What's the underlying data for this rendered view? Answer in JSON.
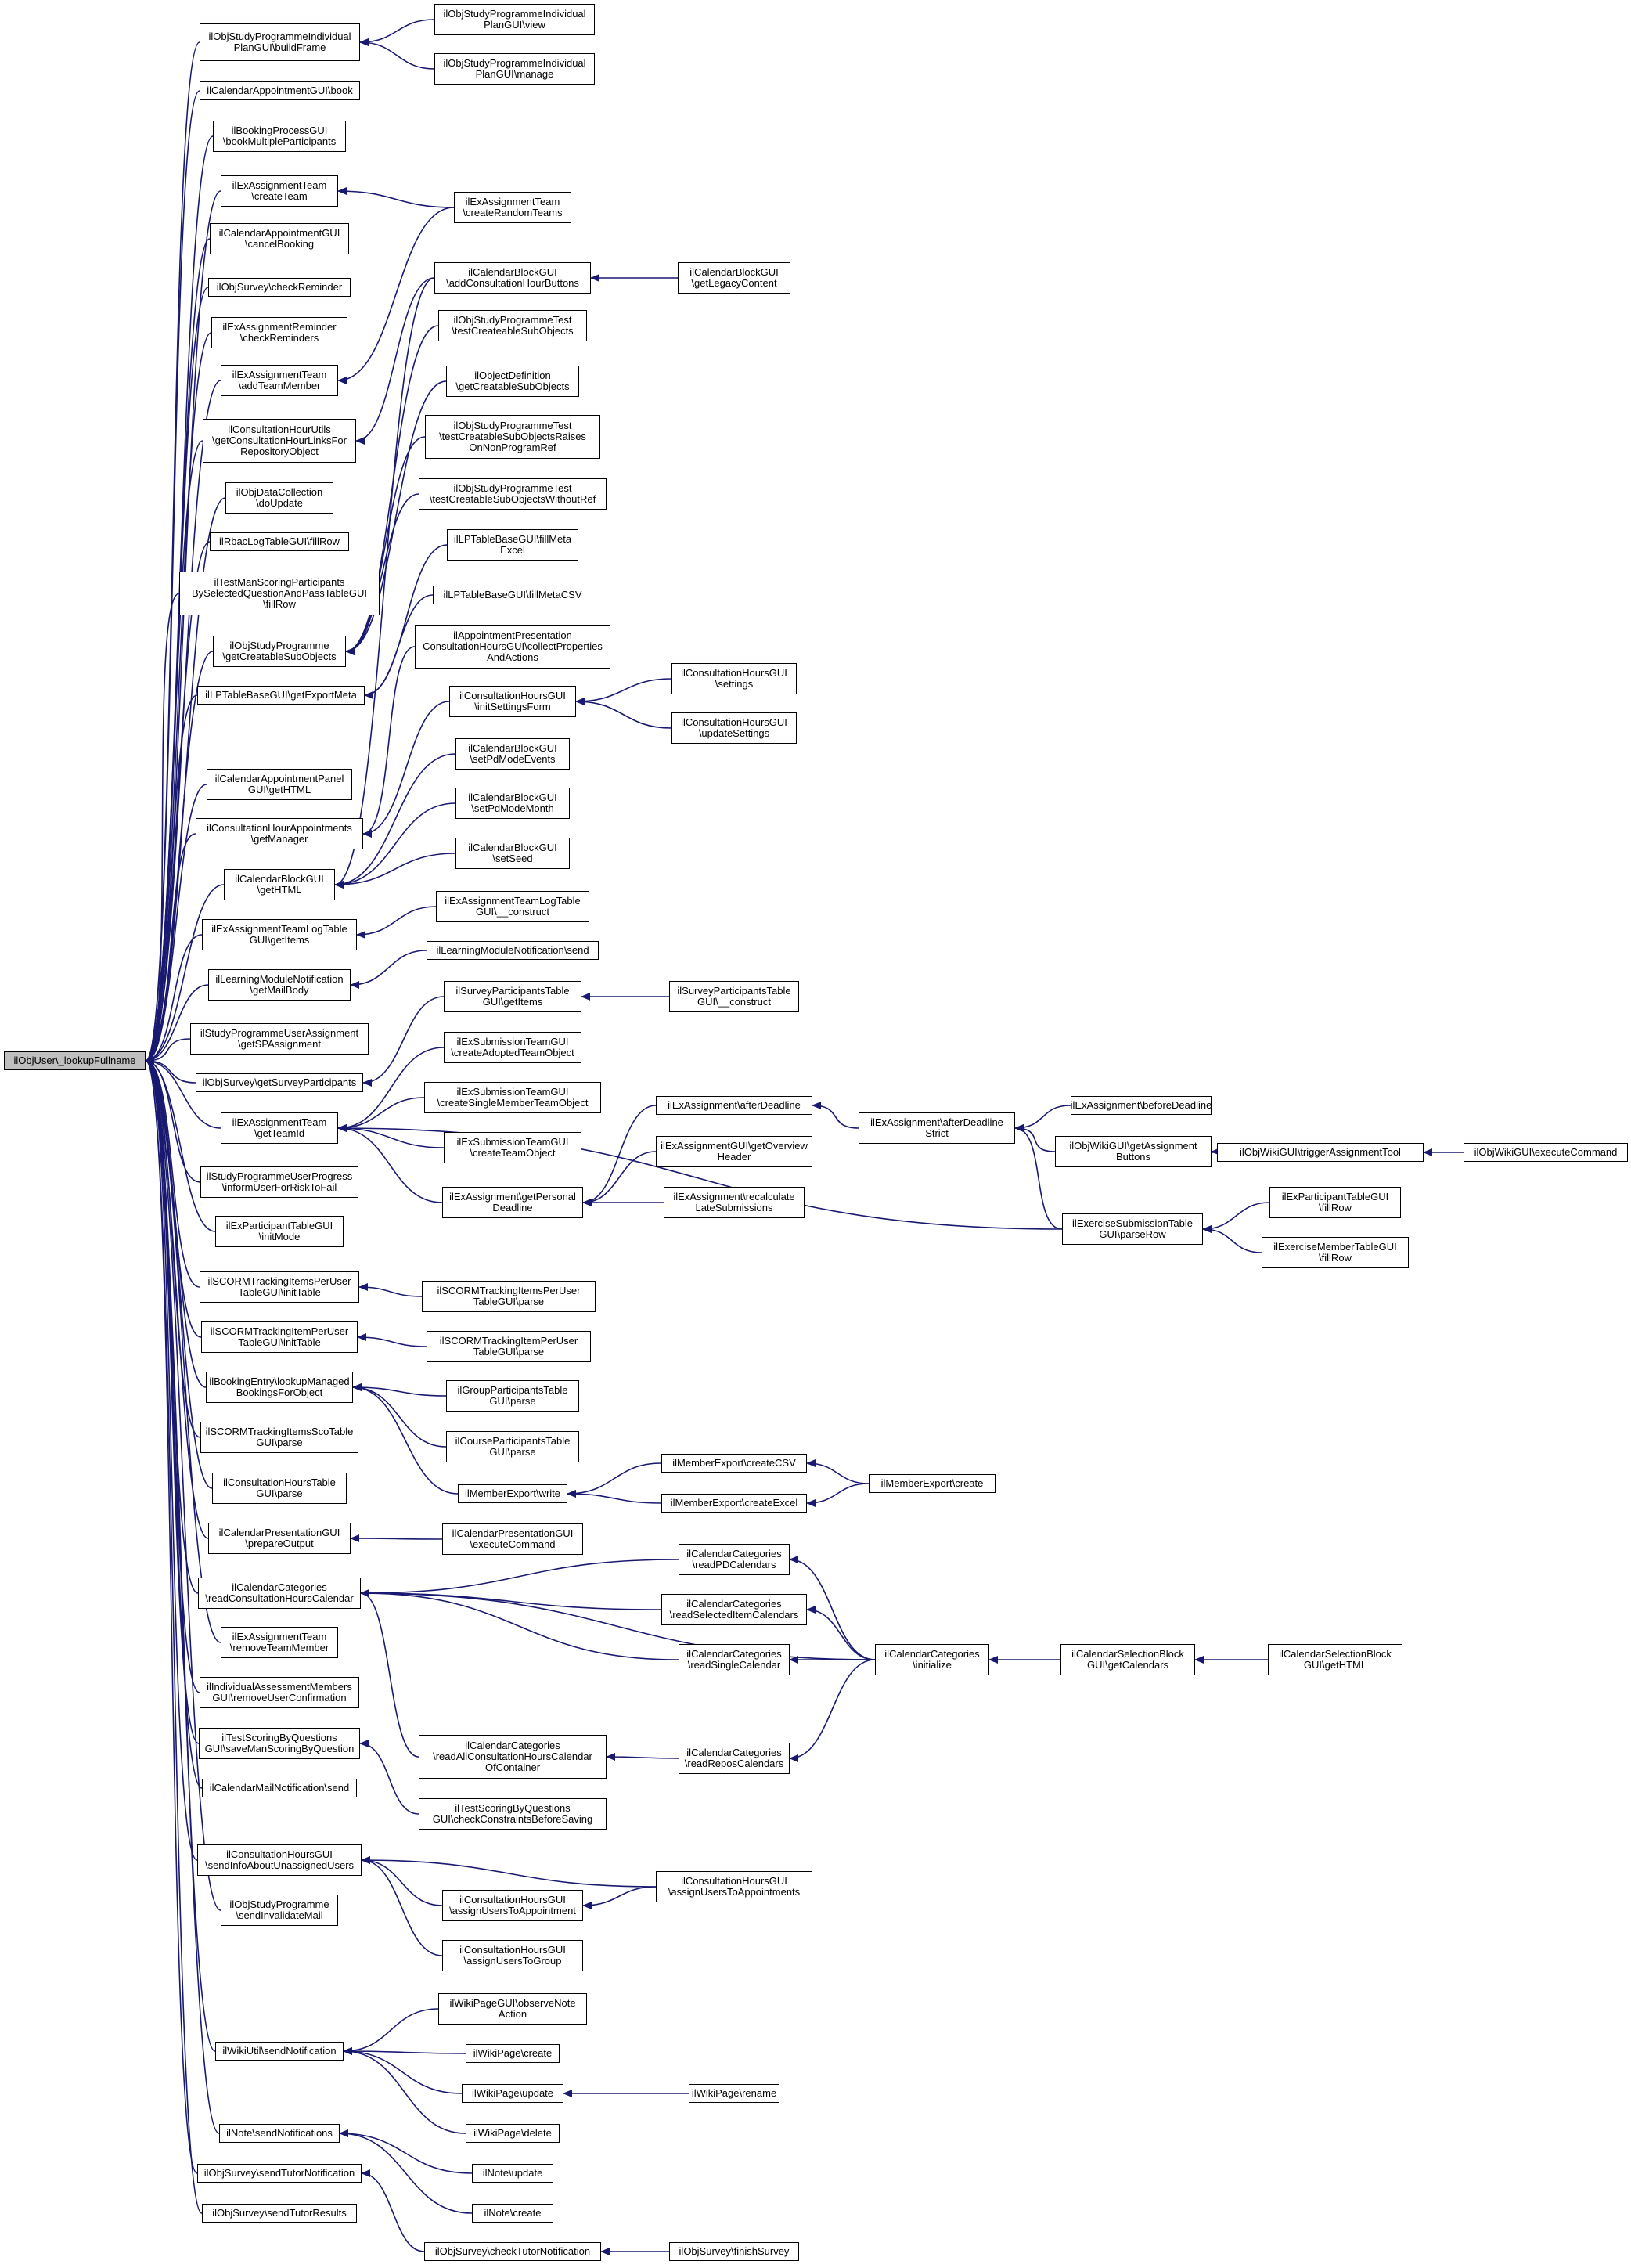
{
  "diagram": {
    "type": "doxygen-caller-graph",
    "edge_color": "#191970",
    "root_fill": "#bfbfbf",
    "node_fill": "#ffffff",
    "nodes": [
      {
        "id": "root",
        "label": "ilObjUser\\_lookupFullname",
        "root": true
      },
      {
        "id": "a1",
        "label": "ilObjStudyProgrammeIndividual\nPlanGUI\\buildFrame"
      },
      {
        "id": "a2",
        "label": "ilCalendarAppointmentGUI\\book"
      },
      {
        "id": "a3",
        "label": "ilBookingProcessGUI\n\\bookMultipleParticipants"
      },
      {
        "id": "a4",
        "label": "ilExAssignmentTeam\n\\createTeam"
      },
      {
        "id": "a5",
        "label": "ilCalendarAppointmentGUI\n\\cancelBooking"
      },
      {
        "id": "a6",
        "label": "ilObjSurvey\\checkReminder"
      },
      {
        "id": "a7",
        "label": "ilExAssignmentReminder\n\\checkReminders"
      },
      {
        "id": "a8",
        "label": "ilExAssignmentTeam\n\\addTeamMember"
      },
      {
        "id": "a9",
        "label": "ilConsultationHourUtils\n\\getConsultationHourLinksFor\nRepositoryObject"
      },
      {
        "id": "a10",
        "label": "ilObjDataCollection\n\\doUpdate"
      },
      {
        "id": "a11",
        "label": "ilRbacLogTableGUI\\fillRow"
      },
      {
        "id": "a12",
        "label": "ilTestManScoringParticipants\nBySelectedQuestionAndPassTableGUI\n\\fillRow"
      },
      {
        "id": "a13",
        "label": "ilObjStudyProgramme\n\\getCreatableSubObjects"
      },
      {
        "id": "a14",
        "label": "ilLPTableBaseGUI\\getExportMeta"
      },
      {
        "id": "a15",
        "label": "ilCalendarAppointmentPanel\nGUI\\getHTML"
      },
      {
        "id": "a16",
        "label": "ilConsultationHourAppointments\n\\getManager"
      },
      {
        "id": "a17",
        "label": "ilCalendarBlockGUI\n\\getHTML"
      },
      {
        "id": "a18",
        "label": "ilExAssignmentTeamLogTable\nGUI\\getItems"
      },
      {
        "id": "a19",
        "label": "ilLearningModuleNotification\n\\getMailBody"
      },
      {
        "id": "a20",
        "label": "ilStudyProgrammeUserAssignment\n\\getSPAssignment"
      },
      {
        "id": "a21",
        "label": "ilObjSurvey\\getSurveyParticipants"
      },
      {
        "id": "a22",
        "label": "ilExAssignmentTeam\n\\getTeamId"
      },
      {
        "id": "a23",
        "label": "ilStudyProgrammeUserProgress\n\\informUserForRiskToFail"
      },
      {
        "id": "a24",
        "label": "ilExParticipantTableGUI\n\\initMode"
      },
      {
        "id": "a25",
        "label": "ilSCORMTrackingItemsPerUser\nTableGUI\\initTable"
      },
      {
        "id": "a26",
        "label": "ilSCORMTrackingItemPerUser\nTableGUI\\initTable"
      },
      {
        "id": "a27",
        "label": "ilBookingEntry\\lookupManaged\nBookingsForObject"
      },
      {
        "id": "a28",
        "label": "ilSCORMTrackingItemsScoTable\nGUI\\parse"
      },
      {
        "id": "a29",
        "label": "ilConsultationHoursTable\nGUI\\parse"
      },
      {
        "id": "a30",
        "label": "ilCalendarPresentationGUI\n\\prepareOutput"
      },
      {
        "id": "a31",
        "label": "ilCalendarCategories\n\\readConsultationHoursCalendar"
      },
      {
        "id": "a32",
        "label": "ilExAssignmentTeam\n\\removeTeamMember"
      },
      {
        "id": "a33",
        "label": "ilIndividualAssessmentMembers\nGUI\\removeUserConfirmation"
      },
      {
        "id": "a34",
        "label": "ilTestScoringByQuestions\nGUI\\saveManScoringByQuestion"
      },
      {
        "id": "a35",
        "label": "ilCalendarMailNotification\\send"
      },
      {
        "id": "a36",
        "label": "ilConsultationHoursGUI\n\\sendInfoAboutUnassignedUsers"
      },
      {
        "id": "a37",
        "label": "ilObjStudyProgramme\n\\sendInvalidateMail"
      },
      {
        "id": "a38",
        "label": "ilWikiUtil\\sendNotification"
      },
      {
        "id": "a39",
        "label": "ilNote\\sendNotifications"
      },
      {
        "id": "a40",
        "label": "ilObjSurvey\\sendTutorNotification"
      },
      {
        "id": "a41",
        "label": "ilObjSurvey\\sendTutorResults"
      },
      {
        "id": "b1",
        "label": "ilObjStudyProgrammeIndividual\nPlanGUI\\view"
      },
      {
        "id": "b2",
        "label": "ilObjStudyProgrammeIndividual\nPlanGUI\\manage"
      },
      {
        "id": "b3",
        "label": "ilExAssignmentTeam\n\\createRandomTeams"
      },
      {
        "id": "b4",
        "label": "ilCalendarBlockGUI\n\\addConsultationHourButtons"
      },
      {
        "id": "b5",
        "label": "ilObjStudyProgrammeTest\n\\testCreateableSubObjects"
      },
      {
        "id": "b6",
        "label": "ilObjectDefinition\n\\getCreatableSubObjects"
      },
      {
        "id": "b7",
        "label": "ilObjStudyProgrammeTest\n\\testCreatableSubObjectsRaises\nOnNonProgramRef"
      },
      {
        "id": "b8",
        "label": "ilObjStudyProgrammeTest\n\\testCreatableSubObjectsWithoutRef"
      },
      {
        "id": "b9",
        "label": "ilLPTableBaseGUI\\fillMeta\nExcel"
      },
      {
        "id": "b10",
        "label": "ilLPTableBaseGUI\\fillMetaCSV"
      },
      {
        "id": "b11",
        "label": "ilAppointmentPresentation\nConsultationHoursGUI\\collectProperties\nAndActions"
      },
      {
        "id": "b12",
        "label": "ilConsultationHoursGUI\n\\initSettingsForm"
      },
      {
        "id": "b13",
        "label": "ilCalendarBlockGUI\n\\setPdModeEvents"
      },
      {
        "id": "b14",
        "label": "ilCalendarBlockGUI\n\\setPdModeMonth"
      },
      {
        "id": "b15",
        "label": "ilCalendarBlockGUI\n\\setSeed"
      },
      {
        "id": "b16",
        "label": "ilExAssignmentTeamLogTable\nGUI\\__construct"
      },
      {
        "id": "b17",
        "label": "ilLearningModuleNotification\\send"
      },
      {
        "id": "b18",
        "label": "ilSurveyParticipantsTable\nGUI\\getItems"
      },
      {
        "id": "b19",
        "label": "ilExSubmissionTeamGUI\n\\createAdoptedTeamObject"
      },
      {
        "id": "b20",
        "label": "ilExSubmissionTeamGUI\n\\createSingleMemberTeamObject"
      },
      {
        "id": "b21",
        "label": "ilExSubmissionTeamGUI\n\\createTeamObject"
      },
      {
        "id": "b22",
        "label": "ilExAssignment\\getPersonal\nDeadline"
      },
      {
        "id": "b23",
        "label": "ilSCORMTrackingItemsPerUser\nTableGUI\\parse"
      },
      {
        "id": "b24",
        "label": "ilSCORMTrackingItemPerUser\nTableGUI\\parse"
      },
      {
        "id": "b25",
        "label": "ilGroupParticipantsTable\nGUI\\parse"
      },
      {
        "id": "b26",
        "label": "ilCourseParticipantsTable\nGUI\\parse"
      },
      {
        "id": "b27",
        "label": "ilMemberExport\\write"
      },
      {
        "id": "b28",
        "label": "ilCalendarPresentationGUI\n\\executeCommand"
      },
      {
        "id": "b29",
        "label": "ilCalendarCategories\n\\readAllConsultationHoursCalendar\nOfContainer"
      },
      {
        "id": "b30",
        "label": "ilTestScoringByQuestions\nGUI\\checkConstraintsBeforeSaving"
      },
      {
        "id": "b31",
        "label": "ilConsultationHoursGUI\n\\assignUsersToAppointment"
      },
      {
        "id": "b32",
        "label": "ilConsultationHoursGUI\n\\assignUsersToGroup"
      },
      {
        "id": "b33",
        "label": "ilWikiPageGUI\\observeNote\nAction"
      },
      {
        "id": "b34",
        "label": "ilWikiPage\\create"
      },
      {
        "id": "b35",
        "label": "ilWikiPage\\update"
      },
      {
        "id": "b36",
        "label": "ilWikiPage\\delete"
      },
      {
        "id": "b37",
        "label": "ilNote\\update"
      },
      {
        "id": "b38",
        "label": "ilNote\\create"
      },
      {
        "id": "b39",
        "label": "ilObjSurvey\\checkTutorNotification"
      },
      {
        "id": "c1",
        "label": "ilCalendarBlockGUI\n\\getLegacyContent"
      },
      {
        "id": "c2",
        "label": "ilConsultationHoursGUI\n\\settings"
      },
      {
        "id": "c3",
        "label": "ilConsultationHoursGUI\n\\updateSettings"
      },
      {
        "id": "c4",
        "label": "ilSurveyParticipantsTable\nGUI\\__construct"
      },
      {
        "id": "c5",
        "label": "ilExAssignment\\afterDeadline"
      },
      {
        "id": "c6",
        "label": "ilExAssignmentGUI\\getOverview\nHeader"
      },
      {
        "id": "c7",
        "label": "ilExAssignment\\recalculate\nLateSubmissions"
      },
      {
        "id": "c8",
        "label": "ilMemberExport\\createCSV"
      },
      {
        "id": "c9",
        "label": "ilMemberExport\\createExcel"
      },
      {
        "id": "c10",
        "label": "ilCalendarCategories\n\\readPDCalendars"
      },
      {
        "id": "c11",
        "label": "ilCalendarCategories\n\\readSelectedItemCalendars"
      },
      {
        "id": "c12",
        "label": "ilCalendarCategories\n\\readSingleCalendar"
      },
      {
        "id": "c13",
        "label": "ilCalendarCategories\n\\readReposCalendars"
      },
      {
        "id": "c14",
        "label": "ilConsultationHoursGUI\n\\assignUsersToAppointments"
      },
      {
        "id": "c15",
        "label": "ilWikiPage\\rename"
      },
      {
        "id": "c16",
        "label": "ilObjSurvey\\finishSurvey"
      },
      {
        "id": "d1",
        "label": "ilExAssignment\\afterDeadline\nStrict"
      },
      {
        "id": "d2",
        "label": "ilExerciseSubmissionTable\nGUI\\parseRow"
      },
      {
        "id": "d3",
        "label": "ilMemberExport\\create"
      },
      {
        "id": "d4",
        "label": "ilCalendarCategories\n\\initialize"
      },
      {
        "id": "e1",
        "label": "ilExAssignment\\beforeDeadline"
      },
      {
        "id": "e2",
        "label": "ilObjWikiGUI\\getAssignment\nButtons"
      },
      {
        "id": "e3",
        "label": "ilExParticipantTableGUI\n\\fillRow"
      },
      {
        "id": "e4",
        "label": "ilExerciseMemberTableGUI\n\\fillRow"
      },
      {
        "id": "e5",
        "label": "ilCalendarSelectionBlock\nGUI\\getCalendars"
      },
      {
        "id": "f1",
        "label": "ilObjWikiGUI\\triggerAssignmentTool"
      },
      {
        "id": "f2",
        "label": "ilCalendarSelectionBlock\nGUI\\getHTML"
      },
      {
        "id": "g1",
        "label": "ilObjWikiGUI\\executeCommand"
      }
    ],
    "edges": [
      [
        "a1",
        "root"
      ],
      [
        "a2",
        "root"
      ],
      [
        "a3",
        "root"
      ],
      [
        "a4",
        "root"
      ],
      [
        "a5",
        "root"
      ],
      [
        "a6",
        "root"
      ],
      [
        "a7",
        "root"
      ],
      [
        "a8",
        "root"
      ],
      [
        "a9",
        "root"
      ],
      [
        "a10",
        "root"
      ],
      [
        "a11",
        "root"
      ],
      [
        "a12",
        "root"
      ],
      [
        "a13",
        "root"
      ],
      [
        "a14",
        "root"
      ],
      [
        "a15",
        "root"
      ],
      [
        "a16",
        "root"
      ],
      [
        "a17",
        "root"
      ],
      [
        "a18",
        "root"
      ],
      [
        "a19",
        "root"
      ],
      [
        "a20",
        "root"
      ],
      [
        "a21",
        "root"
      ],
      [
        "a22",
        "root"
      ],
      [
        "a23",
        "root"
      ],
      [
        "a24",
        "root"
      ],
      [
        "a25",
        "root"
      ],
      [
        "a26",
        "root"
      ],
      [
        "a27",
        "root"
      ],
      [
        "a28",
        "root"
      ],
      [
        "a29",
        "root"
      ],
      [
        "a30",
        "root"
      ],
      [
        "a31",
        "root"
      ],
      [
        "a32",
        "root"
      ],
      [
        "a33",
        "root"
      ],
      [
        "a34",
        "root"
      ],
      [
        "a35",
        "root"
      ],
      [
        "a36",
        "root"
      ],
      [
        "a37",
        "root"
      ],
      [
        "a38",
        "root"
      ],
      [
        "a39",
        "root"
      ],
      [
        "a40",
        "root"
      ],
      [
        "a41",
        "root"
      ],
      [
        "b1",
        "a1"
      ],
      [
        "b2",
        "a1"
      ],
      [
        "b3",
        "a4"
      ],
      [
        "b3",
        "a8"
      ],
      [
        "b4",
        "a9"
      ],
      [
        "b5",
        "a13"
      ],
      [
        "b6",
        "a13"
      ],
      [
        "b7",
        "a13"
      ],
      [
        "b8",
        "a13"
      ],
      [
        "b9",
        "a14"
      ],
      [
        "b10",
        "a14"
      ],
      [
        "b11",
        "a16"
      ],
      [
        "b12",
        "a16"
      ],
      [
        "b13",
        "a17"
      ],
      [
        "b14",
        "a17"
      ],
      [
        "b15",
        "a17"
      ],
      [
        "b4",
        "a17"
      ],
      [
        "b16",
        "a18"
      ],
      [
        "b17",
        "a19"
      ],
      [
        "b18",
        "a21"
      ],
      [
        "b19",
        "a22"
      ],
      [
        "b20",
        "a22"
      ],
      [
        "b21",
        "a22"
      ],
      [
        "b22",
        "a22"
      ],
      [
        "d2",
        "a22"
      ],
      [
        "b23",
        "a25"
      ],
      [
        "b24",
        "a26"
      ],
      [
        "b25",
        "a27"
      ],
      [
        "b26",
        "a27"
      ],
      [
        "b27",
        "a27"
      ],
      [
        "b28",
        "a30"
      ],
      [
        "c10",
        "a31"
      ],
      [
        "c11",
        "a31"
      ],
      [
        "c12",
        "a31"
      ],
      [
        "d4",
        "a31"
      ],
      [
        "b29",
        "a31"
      ],
      [
        "b30",
        "a34"
      ],
      [
        "c14",
        "a36"
      ],
      [
        "b31",
        "a36"
      ],
      [
        "b32",
        "a36"
      ],
      [
        "b33",
        "a38"
      ],
      [
        "b34",
        "a38"
      ],
      [
        "b35",
        "a38"
      ],
      [
        "b36",
        "a38"
      ],
      [
        "b37",
        "a39"
      ],
      [
        "b38",
        "a39"
      ],
      [
        "b39",
        "a40"
      ],
      [
        "c1",
        "b4"
      ],
      [
        "c2",
        "b12"
      ],
      [
        "c3",
        "b12"
      ],
      [
        "c4",
        "b18"
      ],
      [
        "c5",
        "b22"
      ],
      [
        "c6",
        "b22"
      ],
      [
        "c7",
        "b22"
      ],
      [
        "c8",
        "b27"
      ],
      [
        "c9",
        "b27"
      ],
      [
        "c13",
        "b29"
      ],
      [
        "c14",
        "b31"
      ],
      [
        "c15",
        "b35"
      ],
      [
        "c16",
        "b39"
      ],
      [
        "d1",
        "c5"
      ],
      [
        "d2",
        "d1"
      ],
      [
        "d3",
        "c8"
      ],
      [
        "d3",
        "c9"
      ],
      [
        "d4",
        "c10"
      ],
      [
        "d4",
        "c11"
      ],
      [
        "d4",
        "c12"
      ],
      [
        "d4",
        "c13"
      ],
      [
        "e1",
        "d1"
      ],
      [
        "e2",
        "d1"
      ],
      [
        "e3",
        "d2"
      ],
      [
        "e4",
        "d2"
      ],
      [
        "e5",
        "d4"
      ],
      [
        "f1",
        "e2"
      ],
      [
        "f2",
        "e5"
      ],
      [
        "g1",
        "f1"
      ]
    ]
  }
}
